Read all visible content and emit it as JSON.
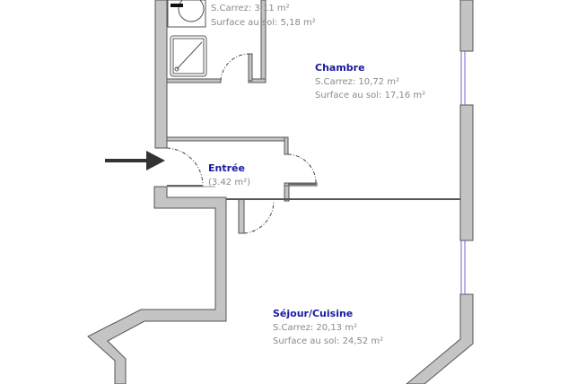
{
  "colors": {
    "wall_fill": "#c4c4c4",
    "wall_stroke": "#555555",
    "room_label": "#1a1aa0",
    "area_text": "#8a8a8a",
    "window": "#6a6ad0",
    "arrow": "#333333"
  },
  "rooms": {
    "bathroom": {
      "carrez": "S.Carrez: 3,11 m²",
      "floor": "Surface au sol: 5,18 m²"
    },
    "chambre": {
      "name": "Chambre",
      "carrez": "S.Carrez: 10,72 m²",
      "floor": "Surface au sol: 17,16 m²"
    },
    "entree": {
      "name": "Entrée",
      "area": "(3.42 m²)"
    },
    "sejour": {
      "name": "Séjour/Cuisine",
      "carrez": "S.Carrez: 20,13 m²",
      "floor": "Surface au sol: 24,52 m²"
    }
  },
  "icons": {
    "entrance": "arrow-right-icon",
    "shower": "shower-icon",
    "toilet": "toilet-icon"
  }
}
